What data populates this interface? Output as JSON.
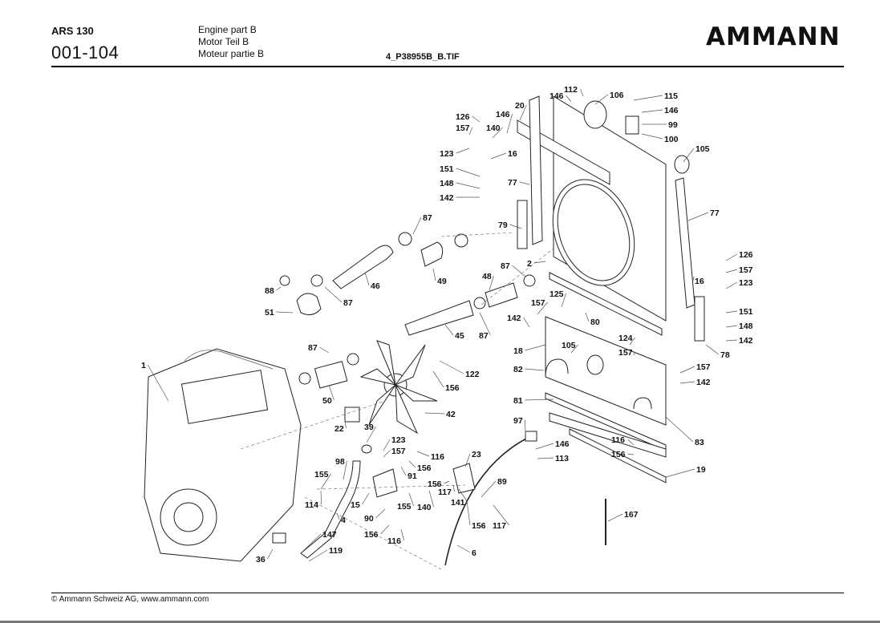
{
  "header": {
    "model": "ARS 130",
    "page_number": "001-104",
    "description": [
      "Engine part B",
      "Motor Teil B",
      "Moteur partie B"
    ],
    "filename": "4_P38955B_B.TIF",
    "logo": "AMMANN"
  },
  "footer": {
    "copyright": "© Ammann Schweiz AG, www.ammann.com"
  },
  "diagram": {
    "callouts": [
      {
        "id": "c1",
        "label": "112"
      },
      {
        "id": "c2",
        "label": "146"
      },
      {
        "id": "c3",
        "label": "106"
      },
      {
        "id": "c4",
        "label": "115"
      },
      {
        "id": "c5",
        "label": "146"
      },
      {
        "id": "c6",
        "label": "99"
      },
      {
        "id": "c7",
        "label": "100"
      },
      {
        "id": "c8",
        "label": "105"
      },
      {
        "id": "c9",
        "label": "20"
      },
      {
        "id": "c10",
        "label": "126"
      },
      {
        "id": "c11",
        "label": "146"
      },
      {
        "id": "c12",
        "label": "157"
      },
      {
        "id": "c13",
        "label": "140"
      },
      {
        "id": "c14",
        "label": "123"
      },
      {
        "id": "c15",
        "label": "16"
      },
      {
        "id": "c16",
        "label": "151"
      },
      {
        "id": "c17",
        "label": "148"
      },
      {
        "id": "c18",
        "label": "142"
      },
      {
        "id": "c19",
        "label": "77"
      },
      {
        "id": "c20",
        "label": "77"
      },
      {
        "id": "c21",
        "label": "87"
      },
      {
        "id": "c22",
        "label": "79"
      },
      {
        "id": "c23",
        "label": "2"
      },
      {
        "id": "c24",
        "label": "88"
      },
      {
        "id": "c25",
        "label": "46"
      },
      {
        "id": "c26",
        "label": "49"
      },
      {
        "id": "c27",
        "label": "87"
      },
      {
        "id": "c28",
        "label": "51"
      },
      {
        "id": "c29",
        "label": "87"
      },
      {
        "id": "c30",
        "label": "48"
      },
      {
        "id": "c31",
        "label": "125"
      },
      {
        "id": "c32",
        "label": "157"
      },
      {
        "id": "c33",
        "label": "142"
      },
      {
        "id": "c34",
        "label": "45"
      },
      {
        "id": "c35",
        "label": "87"
      },
      {
        "id": "c36",
        "label": "80"
      },
      {
        "id": "c37",
        "label": "18"
      },
      {
        "id": "c38",
        "label": "126"
      },
      {
        "id": "c39",
        "label": "157"
      },
      {
        "id": "c40",
        "label": "123"
      },
      {
        "id": "c41",
        "label": "16"
      },
      {
        "id": "c42",
        "label": "151"
      },
      {
        "id": "c43",
        "label": "148"
      },
      {
        "id": "c44",
        "label": "142"
      },
      {
        "id": "c45",
        "label": "78"
      },
      {
        "id": "c46",
        "label": "124"
      },
      {
        "id": "c47",
        "label": "157"
      },
      {
        "id": "c48",
        "label": "105"
      },
      {
        "id": "c49",
        "label": "82"
      },
      {
        "id": "c50",
        "label": "157"
      },
      {
        "id": "c51",
        "label": "142"
      },
      {
        "id": "c52",
        "label": "81"
      },
      {
        "id": "c53",
        "label": "83"
      },
      {
        "id": "c54",
        "label": "1"
      },
      {
        "id": "c55",
        "label": "87"
      },
      {
        "id": "c56",
        "label": "122"
      },
      {
        "id": "c57",
        "label": "156"
      },
      {
        "id": "c58",
        "label": "50"
      },
      {
        "id": "c59",
        "label": "42"
      },
      {
        "id": "c60",
        "label": "22"
      },
      {
        "id": "c61",
        "label": "39"
      },
      {
        "id": "c62",
        "label": "123"
      },
      {
        "id": "c63",
        "label": "157"
      },
      {
        "id": "c64",
        "label": "116"
      },
      {
        "id": "c65",
        "label": "156"
      },
      {
        "id": "c66",
        "label": "91"
      },
      {
        "id": "c67",
        "label": "98"
      },
      {
        "id": "c68",
        "label": "155"
      },
      {
        "id": "c69",
        "label": "114"
      },
      {
        "id": "c70",
        "label": "15"
      },
      {
        "id": "c71",
        "label": "155"
      },
      {
        "id": "c72",
        "label": "140"
      },
      {
        "id": "c73",
        "label": "90"
      },
      {
        "id": "c74",
        "label": "4"
      },
      {
        "id": "c75",
        "label": "156"
      },
      {
        "id": "c76",
        "label": "116"
      },
      {
        "id": "c77",
        "label": "147"
      },
      {
        "id": "c78",
        "label": "119"
      },
      {
        "id": "c79",
        "label": "36"
      },
      {
        "id": "c80",
        "label": "97"
      },
      {
        "id": "c81",
        "label": "146"
      },
      {
        "id": "c82",
        "label": "113"
      },
      {
        "id": "c83",
        "label": "23"
      },
      {
        "id": "c84",
        "label": "156"
      },
      {
        "id": "c85",
        "label": "117"
      },
      {
        "id": "c86",
        "label": "141"
      },
      {
        "id": "c87",
        "label": "89"
      },
      {
        "id": "c88",
        "label": "156"
      },
      {
        "id": "c89",
        "label": "117"
      },
      {
        "id": "c90",
        "label": "6"
      },
      {
        "id": "c91",
        "label": "116"
      },
      {
        "id": "c92",
        "label": "156"
      },
      {
        "id": "c93",
        "label": "19"
      },
      {
        "id": "c94",
        "label": "167"
      }
    ]
  }
}
